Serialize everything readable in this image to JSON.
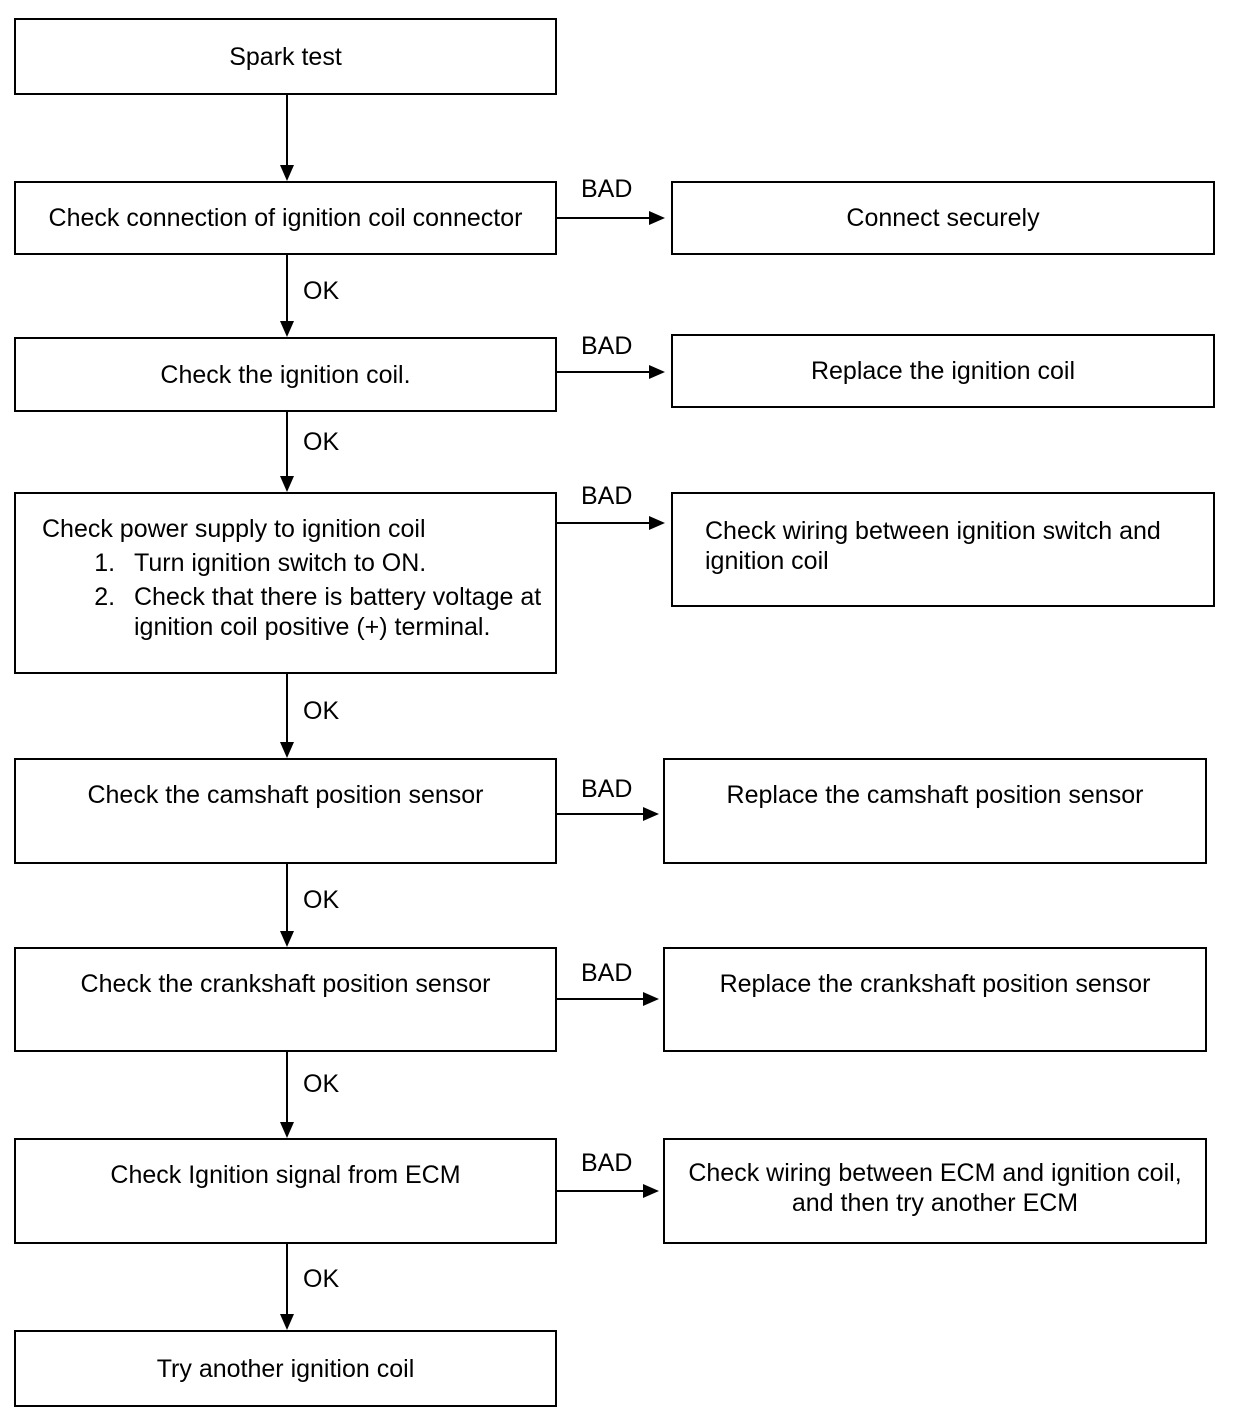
{
  "steps": {
    "spark_test": "Spark test",
    "check_connection": "Check connection of ignition coil connector",
    "check_coil": "Check the ignition coil.",
    "check_power": {
      "title": "Check power supply to ignition coil",
      "items": [
        "Turn ignition switch to ON.",
        "Check that there is battery voltage at ignition coil positive (+) terminal."
      ]
    },
    "check_camshaft": "Check the camshaft position sensor",
    "check_crankshaft": "Check the crankshaft position sensor",
    "check_signal": "Check Ignition signal from ECM",
    "try_coil": "Try another ignition coil"
  },
  "remedies": {
    "connect_securely": "Connect securely",
    "replace_coil": "Replace the ignition coil",
    "check_wiring_switch": "Check wiring between ignition switch and ignition coil",
    "replace_camshaft": "Replace the camshaft position sensor",
    "replace_crankshaft": "Replace the crankshaft position sensor",
    "check_wiring_ecm": "Check wiring between ECM and ignition coil, and then try another ECM"
  },
  "labels": {
    "ok": "OK",
    "bad": "BAD"
  }
}
